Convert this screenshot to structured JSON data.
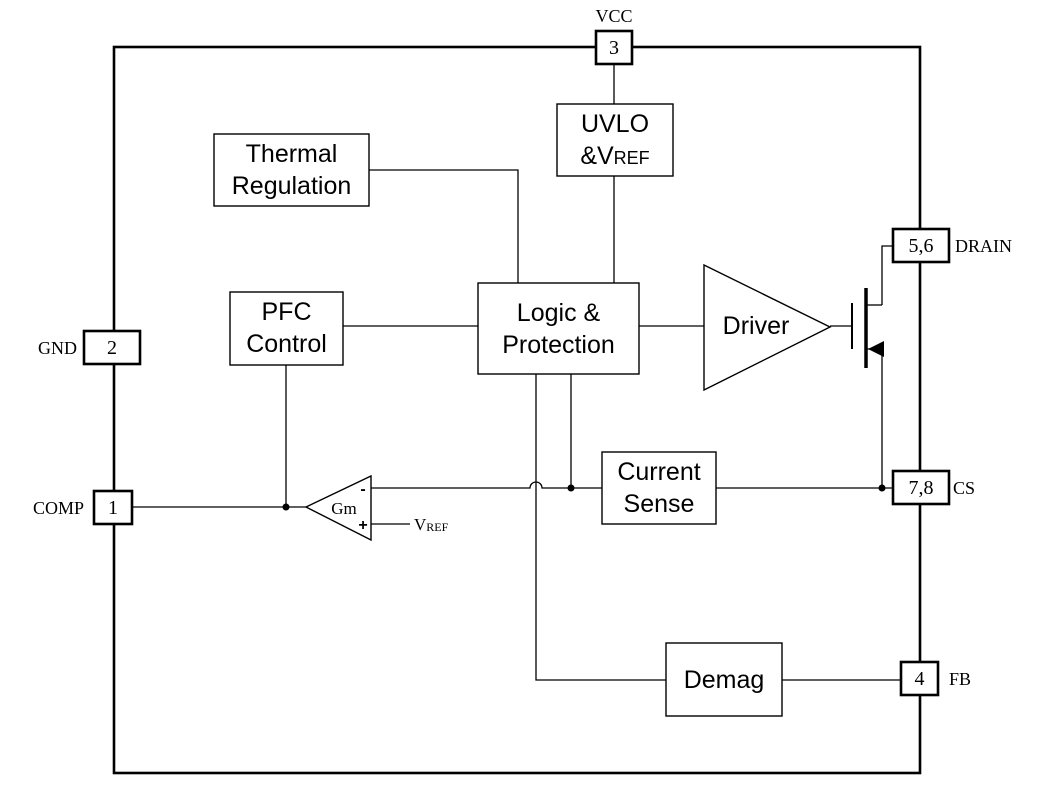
{
  "pins": {
    "vcc": {
      "number": "3",
      "name": "VCC"
    },
    "gnd": {
      "number": "2",
      "name": "GND"
    },
    "comp": {
      "number": "1",
      "name": "COMP"
    },
    "drain": {
      "number": "5,6",
      "name": "DRAIN"
    },
    "cs": {
      "number": "7,8",
      "name": "CS"
    },
    "fb": {
      "number": "4",
      "name": "FB"
    }
  },
  "blocks": {
    "thermal": {
      "line1": "Thermal",
      "line2": "Regulation"
    },
    "uvlo": {
      "line1": "UVLO",
      "line2_prefix": "&V",
      "line2_sub": "REF"
    },
    "pfc": {
      "line1": "PFC",
      "line2": "Control"
    },
    "logic": {
      "line1": "Logic &",
      "line2": "Protection"
    },
    "driver": {
      "label": "Driver"
    },
    "current": {
      "line1": "Current",
      "line2": "Sense"
    },
    "demag": {
      "label": "Demag"
    }
  },
  "amplifier": {
    "label": "Gm",
    "minus": "-",
    "plus": "+",
    "vref_main": "V",
    "vref_sub": "REF"
  }
}
